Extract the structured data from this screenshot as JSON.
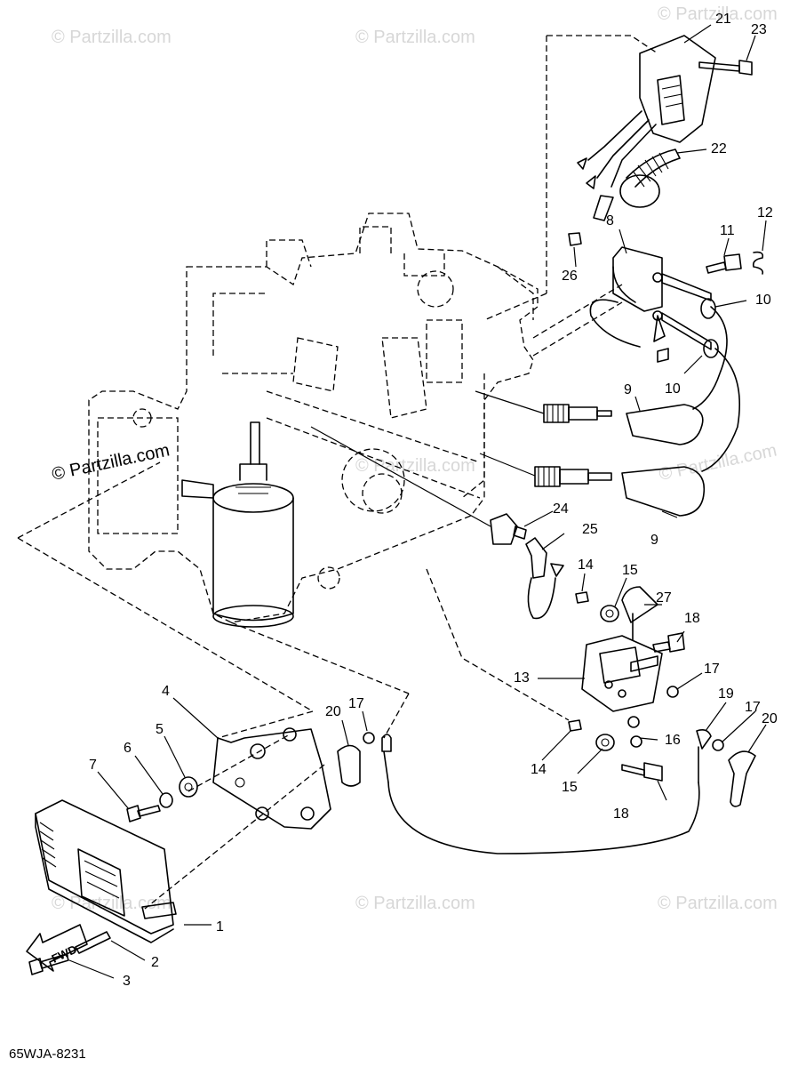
{
  "diagram": {
    "code": "65WJA-8231",
    "fwd_label": "FWD",
    "watermark": "© Partzilla.com",
    "callouts": [
      {
        "id": "c1",
        "label": "1"
      },
      {
        "id": "c2",
        "label": "2"
      },
      {
        "id": "c3",
        "label": "3"
      },
      {
        "id": "c4",
        "label": "4"
      },
      {
        "id": "c5",
        "label": "5"
      },
      {
        "id": "c6",
        "label": "6"
      },
      {
        "id": "c7",
        "label": "7"
      },
      {
        "id": "c8",
        "label": "8"
      },
      {
        "id": "c9a",
        "label": "9"
      },
      {
        "id": "c9b",
        "label": "9"
      },
      {
        "id": "c10a",
        "label": "10"
      },
      {
        "id": "c10b",
        "label": "10"
      },
      {
        "id": "c11",
        "label": "11"
      },
      {
        "id": "c12",
        "label": "12"
      },
      {
        "id": "c13",
        "label": "13"
      },
      {
        "id": "c14a",
        "label": "14"
      },
      {
        "id": "c14b",
        "label": "14"
      },
      {
        "id": "c15a",
        "label": "15"
      },
      {
        "id": "c15b",
        "label": "15"
      },
      {
        "id": "c16",
        "label": "16"
      },
      {
        "id": "c17a",
        "label": "17"
      },
      {
        "id": "c17b",
        "label": "17"
      },
      {
        "id": "c17c",
        "label": "17"
      },
      {
        "id": "c18a",
        "label": "18"
      },
      {
        "id": "c18b",
        "label": "18"
      },
      {
        "id": "c19",
        "label": "19"
      },
      {
        "id": "c20a",
        "label": "20"
      },
      {
        "id": "c20b",
        "label": "20"
      },
      {
        "id": "c21",
        "label": "21"
      },
      {
        "id": "c22",
        "label": "22"
      },
      {
        "id": "c23",
        "label": "23"
      },
      {
        "id": "c24",
        "label": "24"
      },
      {
        "id": "c25",
        "label": "25"
      },
      {
        "id": "c26",
        "label": "26"
      },
      {
        "id": "c27",
        "label": "27"
      }
    ]
  }
}
